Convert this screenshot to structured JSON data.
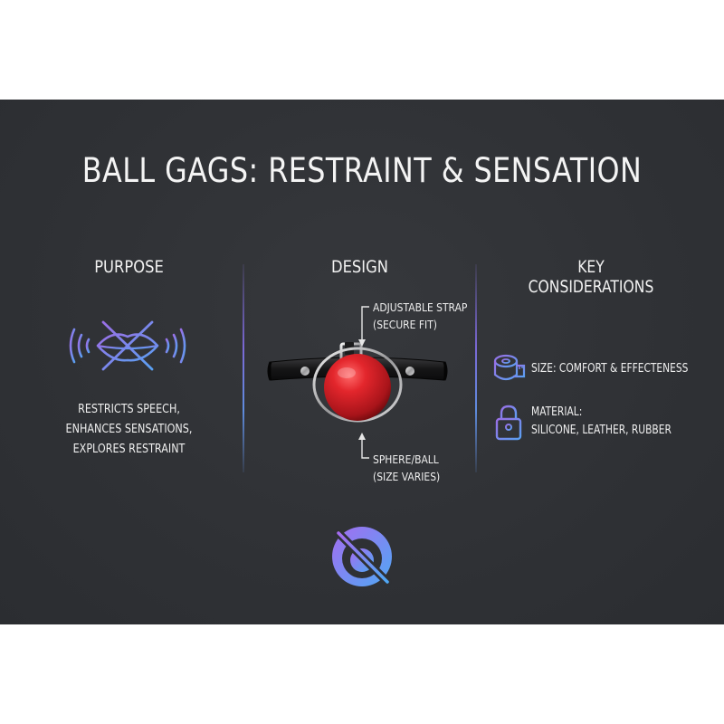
{
  "title": "BALL GAGS: RESTRAINT & SENSATION",
  "columns": {
    "purpose": {
      "heading": "PURPOSE",
      "lines": [
        "RESTRICTS SPEECH,",
        "ENHANCES SENSATIONS,",
        "EXPLORES RESTRAINT"
      ],
      "icon": "muted-speech-icon"
    },
    "design": {
      "heading": "DESIGN",
      "strap_label": [
        "ADJUSTABLE STRAP",
        "(SECURE FIT)"
      ],
      "ball_label": [
        "SPHERE/BALL",
        "(SIZE VARIES)"
      ],
      "illustration": "ball-gag-illustration"
    },
    "key": {
      "heading": "KEY CONSIDERATIONS",
      "size": {
        "icon": "tape-measure-icon",
        "text": "SIZE: COMFORT & EFFECTENESS"
      },
      "material": {
        "icon": "padlock-icon",
        "lines": [
          "MATERIAL:",
          "SILICONE, LEATHER, RUBBER"
        ]
      }
    }
  },
  "footer_icon": "no-vision-logo-icon",
  "colors": {
    "panel": "#2f3135",
    "accent_purple": "#8a6fe0",
    "accent_blue": "#5b8ff0",
    "ball_red": "#d81f26"
  }
}
